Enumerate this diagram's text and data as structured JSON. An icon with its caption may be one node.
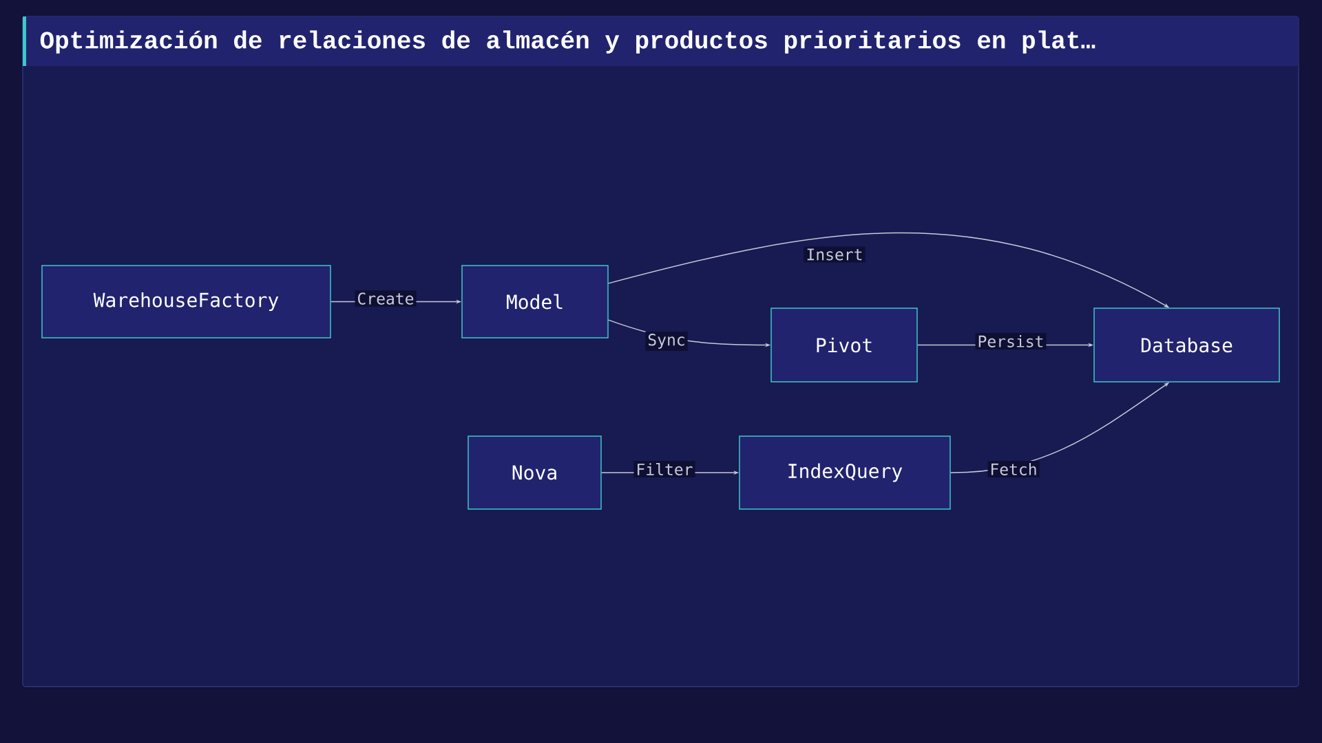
{
  "diagram": {
    "title": "Optimización de relaciones de almacén y productos prioritarios en plat…",
    "nodes": [
      {
        "text": [
          "WarehouseFactory"
        ]
      },
      {
        "text": [
          "Model"
        ]
      },
      {
        "text": [
          "Pivot"
        ]
      },
      {
        "text": [
          "Database"
        ]
      },
      {
        "text": [
          "Nova"
        ]
      },
      {
        "text": [
          "IndexQuery"
        ]
      }
    ],
    "edges": [
      {
        "from": 0,
        "to": 1,
        "arrow": "to",
        "label": "Create"
      },
      {
        "from": 1,
        "to": 3,
        "arrow": "to",
        "label": "Insert"
      },
      {
        "from": 1,
        "to": 2,
        "arrow": "to",
        "label": "Sync"
      },
      {
        "from": 2,
        "to": 3,
        "arrow": "to",
        "label": "Persist"
      },
      {
        "from": 4,
        "to": 5,
        "arrow": "to",
        "label": "Filter"
      },
      {
        "from": 5,
        "to": 3,
        "arrow": "to",
        "label": "Fetch"
      }
    ]
  }
}
